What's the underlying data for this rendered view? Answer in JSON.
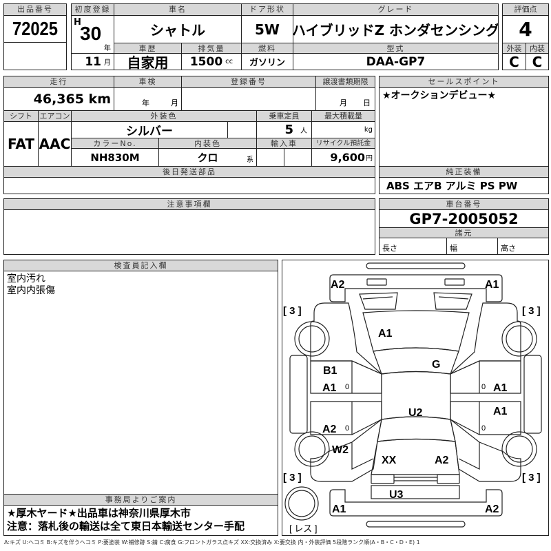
{
  "lot": {
    "label": "出品番号",
    "value": "72025"
  },
  "first_reg": {
    "label": "初度登録",
    "era": "H",
    "year": "30",
    "year_unit": "年",
    "month": "11",
    "month_unit": "月"
  },
  "car_name": {
    "label": "車名",
    "value": "シャトル"
  },
  "door": {
    "label": "ドア形状",
    "value": "5W"
  },
  "grade": {
    "label": "グレード",
    "value": "ハイブリッドZ ホンダセンシング"
  },
  "score": {
    "label": "評価点",
    "value": "4",
    "exterior_label": "外装",
    "interior_label": "内装",
    "exterior": "C",
    "interior": "C"
  },
  "history": {
    "label": "車歴",
    "value": "自家用"
  },
  "displacement": {
    "label": "排気量",
    "value": "1500",
    "unit": "cc"
  },
  "fuel": {
    "label": "燃料",
    "value": "ガソリン"
  },
  "model": {
    "label": "型式",
    "value": "DAA-GP7"
  },
  "mileage": {
    "label": "走行",
    "value": "46,365 km"
  },
  "inspection": {
    "label": "車検",
    "year_unit": "年",
    "month_unit": "月"
  },
  "reg_no": {
    "label": "登録番号"
  },
  "transfer": {
    "label": "譲渡書類期限",
    "month_unit": "月",
    "day_unit": "日"
  },
  "shift": {
    "label": "シフト",
    "value": "FAT"
  },
  "aircon": {
    "label": "エアコン",
    "value": "AAC"
  },
  "ext_color": {
    "label": "外装色",
    "value": "シルバー"
  },
  "capacity": {
    "label": "乗車定員",
    "value": "5",
    "unit": "人"
  },
  "max_load": {
    "label": "最大積載量",
    "unit": "kg"
  },
  "color_no": {
    "label": "カラーNo.",
    "value": "NH830M"
  },
  "int_color": {
    "label": "内装色",
    "value": "クロ",
    "unit": "系"
  },
  "import": {
    "label": "輸入車"
  },
  "recycle": {
    "label": "リサイクル預託金",
    "value": "9,600",
    "unit": "円"
  },
  "later_parts": {
    "label": "後日発送部品"
  },
  "sales_point": {
    "label": "セールスポイント",
    "value": "★オークションデビュー★"
  },
  "equipment": {
    "label": "純正装備",
    "value": "ABS エアB アルミ PS PW"
  },
  "notes": {
    "label": "注意事項欄"
  },
  "chassis": {
    "label": "車台番号",
    "value": "GP7-2005052"
  },
  "specs": {
    "label": "諸元",
    "length": "長さ",
    "width": "幅",
    "height": "高さ"
  },
  "inspector": {
    "label": "検査員記入欄",
    "lines": [
      "室内汚れ",
      "室内内張傷"
    ]
  },
  "office": {
    "label": "事務局よりご案内",
    "lines": [
      "★厚木ヤード★出品車は神奈川県厚木市",
      "注意：落札後の輸送は全て東日本輸送センター手配"
    ]
  },
  "diagram": {
    "front_left": "A2",
    "front_right": "A1",
    "hood": "A1",
    "windshield": "G",
    "roof": "U2",
    "left_front_fender": "B1",
    "left_front_door": "A1",
    "left_rear_door": "A2",
    "left_rear_quarter": "W2",
    "right_front_door": "A1",
    "right_rear_door": "A1",
    "trunk_left": "XX",
    "trunk_right": "A2",
    "rear_panel": "U3",
    "rear_left": "A1",
    "rear_right": "A2",
    "tire_fl": "[ 3 ]",
    "tire_fr": "[ 3 ]",
    "tire_rl": "[ 3 ]",
    "tire_rr": "[ 3 ]",
    "spare": "[ レス ]",
    "zero": "0"
  },
  "legend": "A:キズ U:ヘコミ B:キズを伴うヘコミ P:要塗装 W:補修跡 S:錆 C:腐食 G:フロントガラス点キズ XX:交換済み X:要交換 内・外装評価 5段階ランク順(A・B・C・D・E) 1"
}
